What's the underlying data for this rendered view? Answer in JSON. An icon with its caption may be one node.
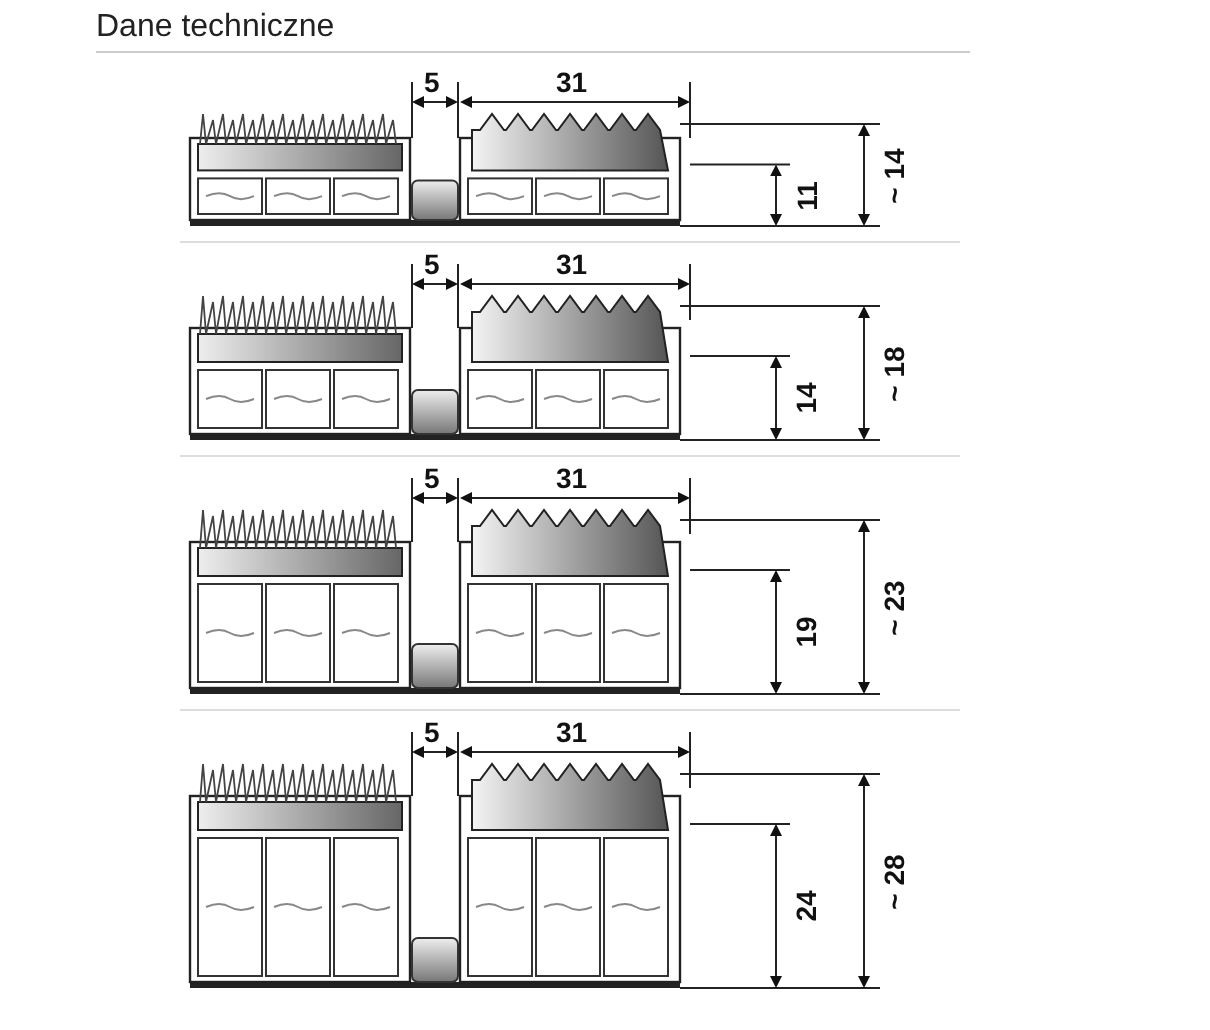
{
  "diagram": {
    "title": "Dane techniczne",
    "labels": [
      "5",
      "31",
      "11",
      "~ 14",
      "5",
      "31",
      "14",
      "~ 18",
      "5",
      "31",
      "19",
      "~ 23",
      "5",
      "31",
      "24",
      "~ 28"
    ]
  }
}
